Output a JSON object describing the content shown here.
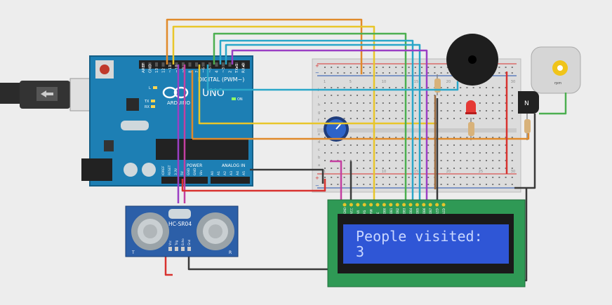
{
  "arduino": {
    "brand_name": "ARDUINO",
    "model": "UNO",
    "header_labels": [
      "AREF",
      "GND",
      "13",
      "12",
      "~11",
      "~10",
      "~9",
      "8",
      "7",
      "~6",
      "~5",
      "4",
      "~3",
      "2",
      "TX▸1",
      "RX◂0"
    ],
    "digital_label": "DIGITAL (PWM~)",
    "power_label": "POWER",
    "analog_label": "ANALOG IN",
    "power_pins": [
      "IOREF",
      "RESET",
      "3.3V",
      "5V",
      "GND",
      "GND",
      "Vin"
    ],
    "analog_pins": [
      "A0",
      "A1",
      "A2",
      "A3",
      "A4",
      "A5"
    ],
    "led_labels": [
      "L",
      "TX",
      "RX"
    ],
    "on_label": "ON"
  },
  "sensor": {
    "name": "HC-SR04",
    "pins": [
      "Vcc",
      "Trig",
      "Echo",
      "Gnd"
    ],
    "t_label": "T",
    "r_label": "R"
  },
  "lcd": {
    "line1": "People visited:",
    "line2": "3",
    "header_pins": [
      "GND",
      "VCC",
      "V0",
      "RS",
      "RW",
      "E",
      "DB0",
      "DB1",
      "DB2",
      "DB3",
      "DB4",
      "DB5",
      "DB6",
      "DB7",
      "LED",
      "LED"
    ]
  },
  "motor": {
    "label": "rpm"
  },
  "transistor": {
    "label": "N"
  },
  "breadboard": {
    "rows": [
      "a",
      "b",
      "c",
      "d",
      "e",
      "f",
      "g",
      "h",
      "i",
      "j"
    ],
    "column_numbers": [
      "1",
      "5",
      "10",
      "15",
      "20",
      "25",
      "30"
    ],
    "rail_plus": "+",
    "rail_minus": "−"
  },
  "colors": {
    "arduino_board": "#1d7fb4",
    "lcd_board": "#2f9955",
    "lcd_screen": "#2f56d6",
    "lcd_text": "#c9d7ff",
    "sensor_board": "#2c5fa8",
    "wire_orange": "#e08a2a",
    "wire_yellow": "#e8c62a",
    "wire_green": "#4caf50",
    "wire_teal": "#2aa7c9",
    "wire_purple": "#9b3fc4",
    "wire_red": "#d8322f",
    "wire_black": "#3a3a3a",
    "wire_magenta": "#c43fa0",
    "wire_brown": "#9c6b3f"
  }
}
